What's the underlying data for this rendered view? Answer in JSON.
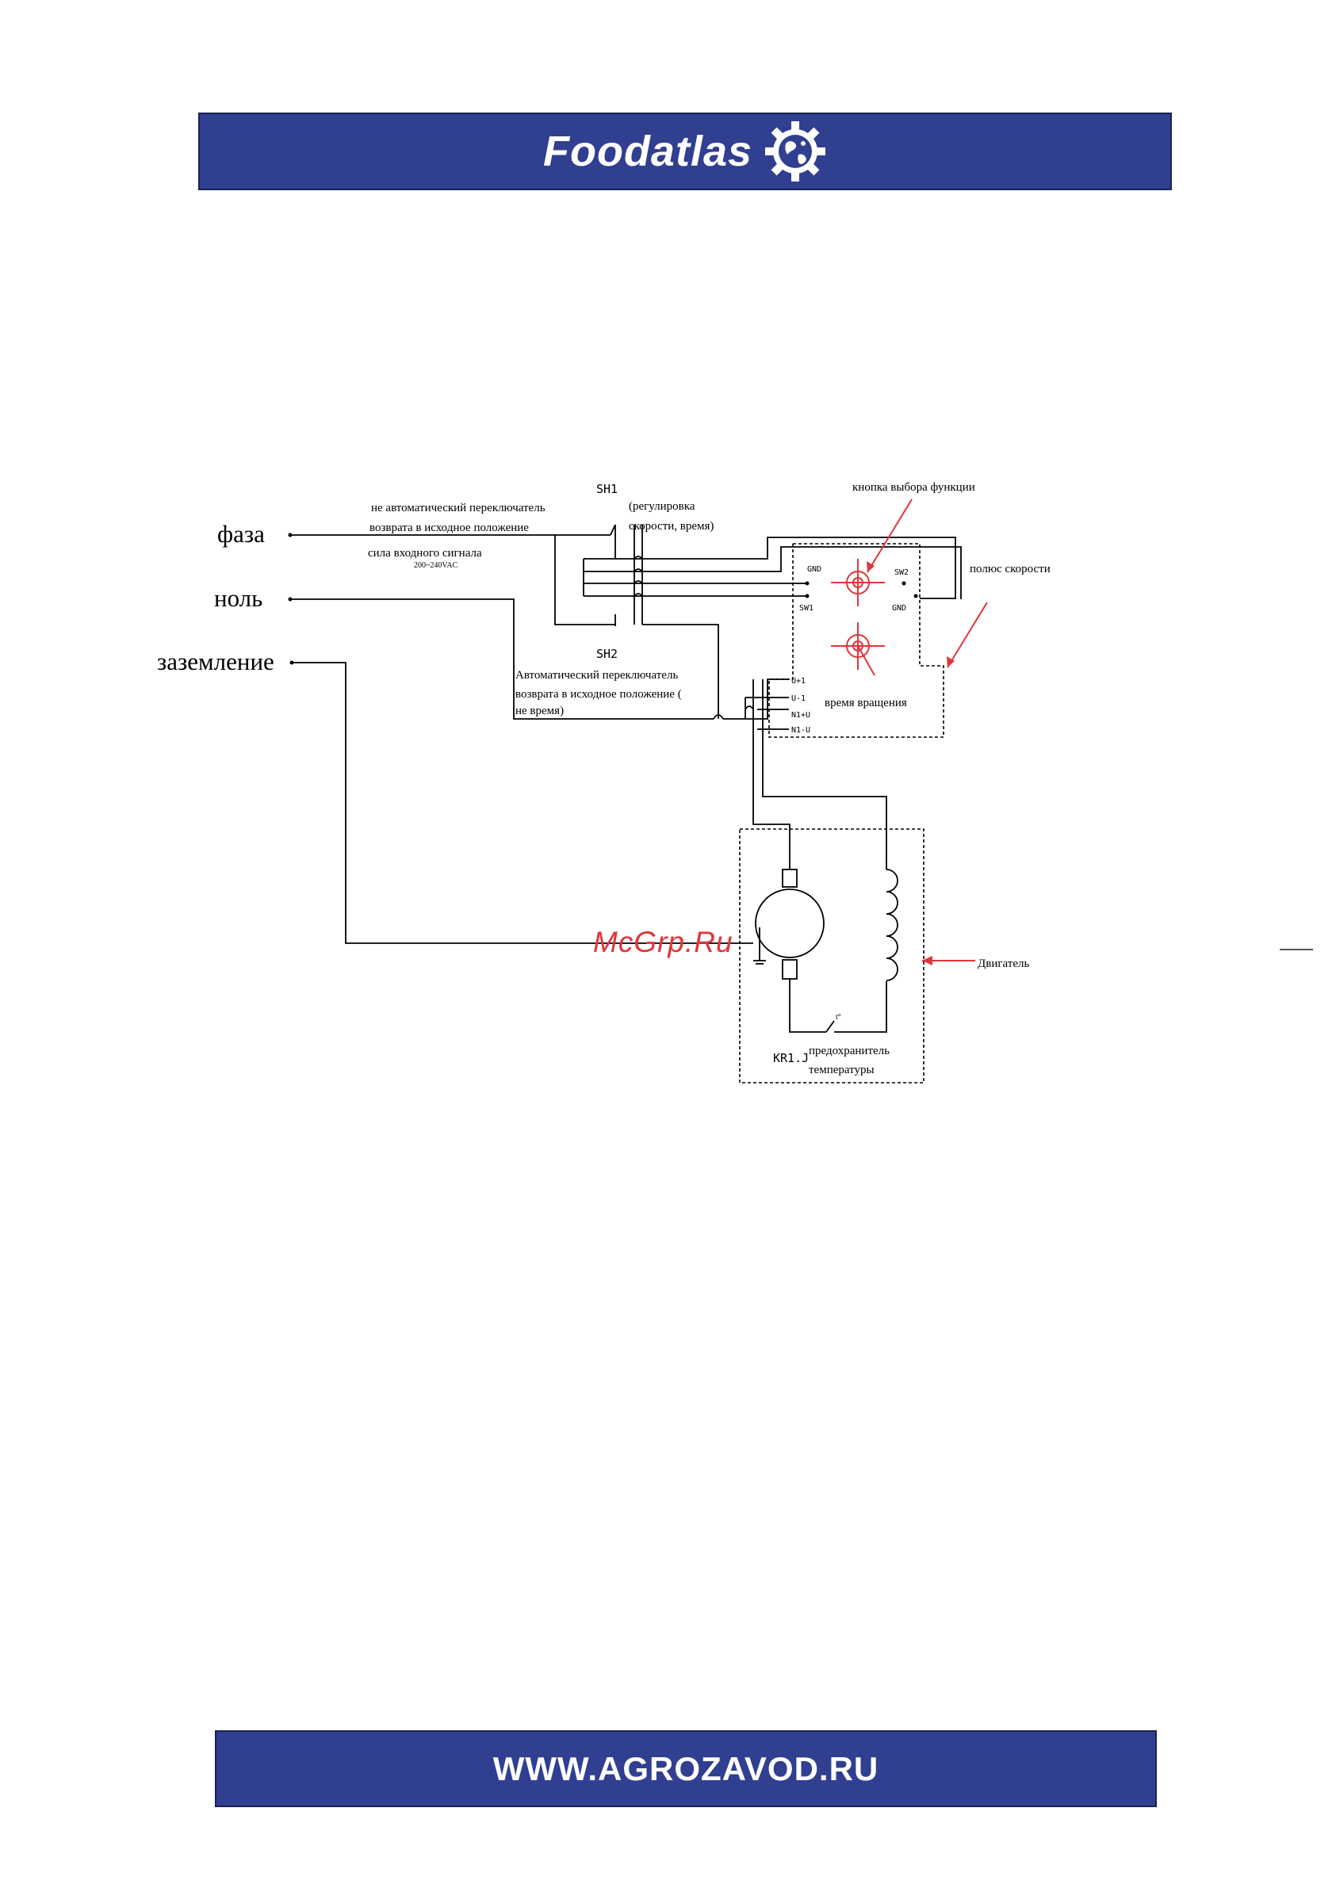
{
  "header": {
    "brand": "Foodatlas"
  },
  "footer": {
    "url": "WWW.AGROZAVOD.RU"
  },
  "watermark": "McGrp.Ru",
  "diagram": {
    "inputs": {
      "phase": "фаза",
      "neutral": "ноль",
      "ground": "заземление"
    },
    "sh1": {
      "id": "SH1",
      "desc_line1": "не автоматический переключатель",
      "desc_line2": "возврата в исходное положение",
      "note_line1": "(регулировка",
      "note_line2": "скорости, время)"
    },
    "input_signal": {
      "label": "сила входного сигнала",
      "voltage": "200~240VAC"
    },
    "sh2": {
      "id": "SH2",
      "desc_line1": "Автоматический переключатель",
      "desc_line2": "возврата в исходное положение (",
      "desc_line3": "не время)"
    },
    "function_button": "кнопка выбора функции",
    "speed_board": "полюс скорости",
    "rotation_time": "время вращения",
    "board_pins": {
      "gnd_left": "GND",
      "sw2": "SW2",
      "sw1": "SW1",
      "gnd_right": "GND"
    },
    "terminals": {
      "t1": "U+1",
      "t2": "U-1",
      "t3": "N1+U",
      "t4": "N1-U"
    },
    "motor": "Двигатель",
    "thermal": {
      "id": "KR1.J",
      "line1": "предохранитель",
      "line2": "температуры",
      "symbol": "t°"
    },
    "colors": {
      "wire": "#000000",
      "accent": "#e0353a",
      "banner": "#303f90"
    }
  }
}
